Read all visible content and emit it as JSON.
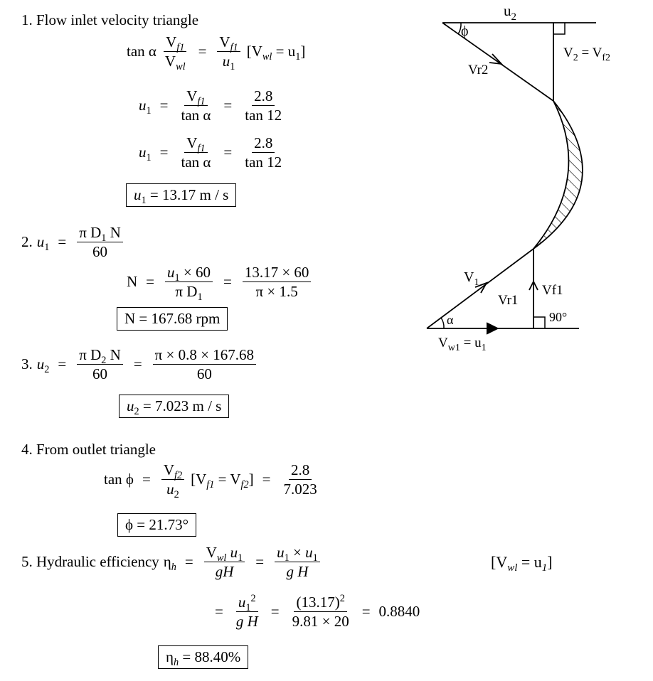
{
  "step1": {
    "heading": "1. Flow inlet velocity triangle",
    "tan_alpha": "tan α",
    "vf1": "V",
    "vf1_sub": "f1",
    "vw1": "V",
    "vw1_sub": "wl",
    "u1": "u",
    "u1_sub": "1",
    "bracket_note": "[V",
    "bracket_note_sub": "wl",
    "bracket_note_tail": " = u",
    "bracket_note_tail_sub": "1",
    "bracket_close": "]",
    "den_tan_alpha": "tan α",
    "num_28": "2.8",
    "den_tan12": "tan 12",
    "result": "= 13.17 m / s"
  },
  "step2": {
    "label": "2.",
    "pi_d1_n": "π D",
    "pi_d1_n_sub": "1",
    "pi_d1_n_tail": " N",
    "sixty": "60",
    "N": "N",
    "u1_x60": "× 60",
    "pi_d1": "π D",
    "pi_d1_sub": "1",
    "num_val": "13.17 × 60",
    "den_val": "π × 1.5",
    "result": "N = 167.68 rpm"
  },
  "step3": {
    "label": "3.",
    "u2": "u",
    "u2_sub": "2",
    "pi_d2_n": "π D",
    "pi_d2_n_sub": "2",
    "pi_d2_n_tail": " N",
    "sixty": "60",
    "num_val": "π × 0.8 × 167.68",
    "result": "= 7.023 m / s"
  },
  "step4": {
    "heading": "4. From outlet triangle",
    "tan_phi": "tan ϕ",
    "vf2": "V",
    "vf2_sub": "f2",
    "bracket": "[V",
    "bracket_sub1": "f1",
    "bracket_mid": " = V",
    "bracket_sub2": "f2",
    "bracket_close": "]",
    "num": "2.8",
    "den": "7.023",
    "result": "ϕ = 21.73°"
  },
  "step5": {
    "heading": "5. Hydraulic efficiency",
    "eta": "η",
    "eta_sub": "h",
    "vw1u1": "V",
    "vw1u1_sub": "wl",
    "u1": "u",
    "u1_sub": "1",
    "gH": "gH",
    "u1xu1": "u",
    "times": " × ",
    "g_H": "g H",
    "note": "[V",
    "note_sub": "wl",
    "note_tail": " = u",
    "note_tail_sub": "1",
    "note_close": "]",
    "sq": "2",
    "paren": "(13.17)",
    "den2": "9.81 × 20",
    "value": "0.8840",
    "result": "= 88.40%"
  },
  "diagram": {
    "u2": "u",
    "u2_sub": "2",
    "phi": "ϕ",
    "v2_vf2": "V",
    "v2_sub": "2",
    "v2_tail": " = V",
    "vf2_sub": "f2",
    "vr2": "Vr2",
    "v1": "V",
    "v1_sub": "1",
    "vr1": "Vr1",
    "vf1": "Vf1",
    "alpha": "α",
    "deg90": "90°",
    "vw1": "V",
    "vw1_sub": "w1",
    "vw1_tail": " = u",
    "vw1_tail_sub": "1"
  }
}
